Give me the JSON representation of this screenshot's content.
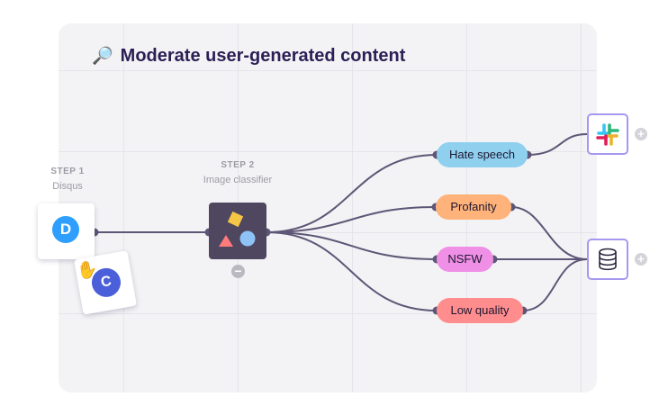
{
  "title": {
    "icon": "magnifying-glass-icon",
    "text": "Moderate user-generated content"
  },
  "steps": [
    {
      "num": "STEP 1",
      "name": "Disqus"
    },
    {
      "num": "STEP 2",
      "name": "Image classifier"
    }
  ],
  "source_logo": {
    "icon": "disqus-logo",
    "letter": "D"
  },
  "dragged_logo": {
    "icon": "c-logo",
    "letter": "C"
  },
  "categories": [
    {
      "label": "Hate speech",
      "color": "#8fd0ef"
    },
    {
      "label": "Profanity",
      "color": "#ffb37a"
    },
    {
      "label": "NSFW",
      "color": "#f08fe6"
    },
    {
      "label": "Low quality",
      "color": "#ff8d8d"
    }
  ],
  "outputs": [
    {
      "icon": "slack-icon"
    },
    {
      "icon": "database-icon"
    }
  ],
  "controls": {
    "plus": "+",
    "minus": "−"
  }
}
